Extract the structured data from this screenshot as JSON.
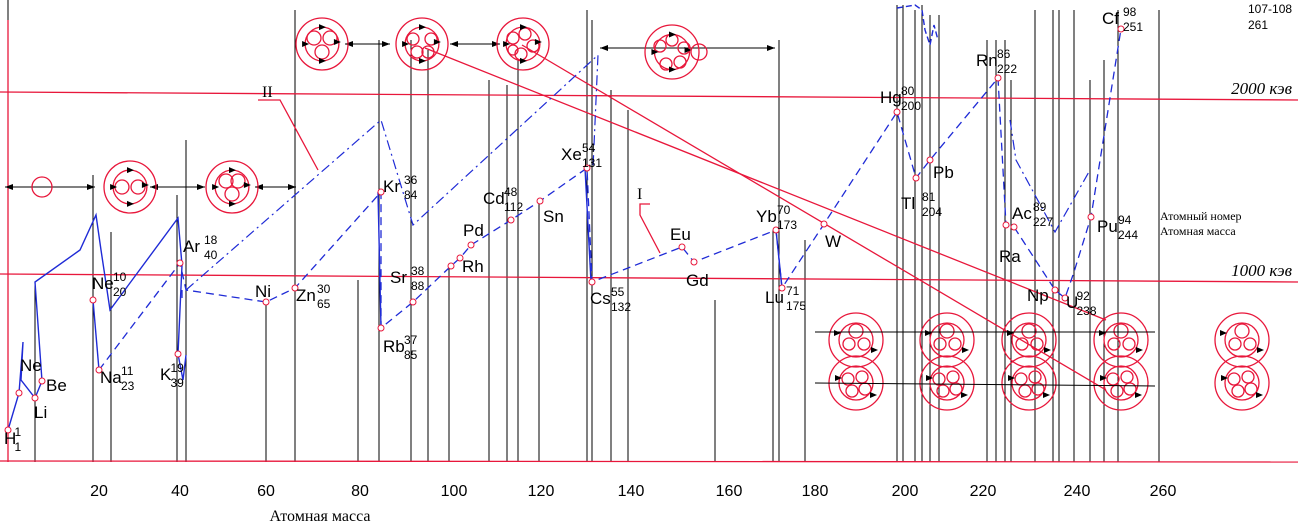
{
  "chart_data": {
    "type": "line",
    "xlabel": "Атомная масса",
    "x_ticks": [
      "20",
      "40",
      "60",
      "80",
      "100",
      "120",
      "140",
      "160",
      "180",
      "200",
      "220",
      "240",
      "260"
    ],
    "levels": [
      {
        "label": "2000 кэв"
      },
      {
        "label": "1000 кэв"
      }
    ],
    "legend": {
      "number": "Атомный номер",
      "mass": "Атомная масса"
    },
    "curve_labels": [
      "II",
      "I"
    ],
    "elements": [
      {
        "symbol": "H",
        "number": "1",
        "mass": "1"
      },
      {
        "symbol": "Ne",
        "number": "",
        "mass": ""
      },
      {
        "symbol": "Be",
        "number": "",
        "mass": ""
      },
      {
        "symbol": "Li",
        "number": "",
        "mass": ""
      },
      {
        "symbol": "Ne",
        "number": "10",
        "mass": "20"
      },
      {
        "symbol": "Na",
        "number": "11",
        "mass": "23"
      },
      {
        "symbol": "Ar",
        "number": "18",
        "mass": "40"
      },
      {
        "symbol": "K",
        "number": "19",
        "mass": "39"
      },
      {
        "symbol": "Ni",
        "number": "",
        "mass": ""
      },
      {
        "symbol": "Zn",
        "number": "30",
        "mass": "65"
      },
      {
        "symbol": "Kr",
        "number": "36",
        "mass": "84"
      },
      {
        "symbol": "Rb",
        "number": "37",
        "mass": "85"
      },
      {
        "symbol": "Sr",
        "number": "38",
        "mass": "88"
      },
      {
        "symbol": "Rh",
        "number": "",
        "mass": ""
      },
      {
        "symbol": "Pd",
        "number": "",
        "mass": ""
      },
      {
        "symbol": "Cd",
        "number": "48",
        "mass": "112"
      },
      {
        "symbol": "Sn",
        "number": "",
        "mass": ""
      },
      {
        "symbol": "Xe",
        "number": "54",
        "mass": "131"
      },
      {
        "symbol": "Cs",
        "number": "55",
        "mass": "132"
      },
      {
        "symbol": "Eu",
        "number": "",
        "mass": ""
      },
      {
        "symbol": "Gd",
        "number": "",
        "mass": ""
      },
      {
        "symbol": "Yb",
        "number": "70",
        "mass": "173"
      },
      {
        "symbol": "Lu",
        "number": "71",
        "mass": "175"
      },
      {
        "symbol": "W",
        "number": "",
        "mass": ""
      },
      {
        "symbol": "Hg",
        "number": "80",
        "mass": "200"
      },
      {
        "symbol": "Tl",
        "number": "81",
        "mass": "204"
      },
      {
        "symbol": "Pb",
        "number": "",
        "mass": ""
      },
      {
        "symbol": "Rn",
        "number": "86",
        "mass": "222"
      },
      {
        "symbol": "Ra",
        "number": "",
        "mass": ""
      },
      {
        "symbol": "Ac",
        "number": "89",
        "mass": "227"
      },
      {
        "symbol": "Np",
        "number": "",
        "mass": ""
      },
      {
        "symbol": "U",
        "number": "92",
        "mass": "238"
      },
      {
        "symbol": "Pu",
        "number": "94",
        "mass": "244"
      },
      {
        "symbol": "Cf",
        "number": "98",
        "mass": "251"
      }
    ],
    "extra_label": {
      "number": "107-108",
      "mass": "261"
    }
  },
  "colors": {
    "red": "#e8173b",
    "blue": "#1f2bd6",
    "black": "#000000"
  }
}
